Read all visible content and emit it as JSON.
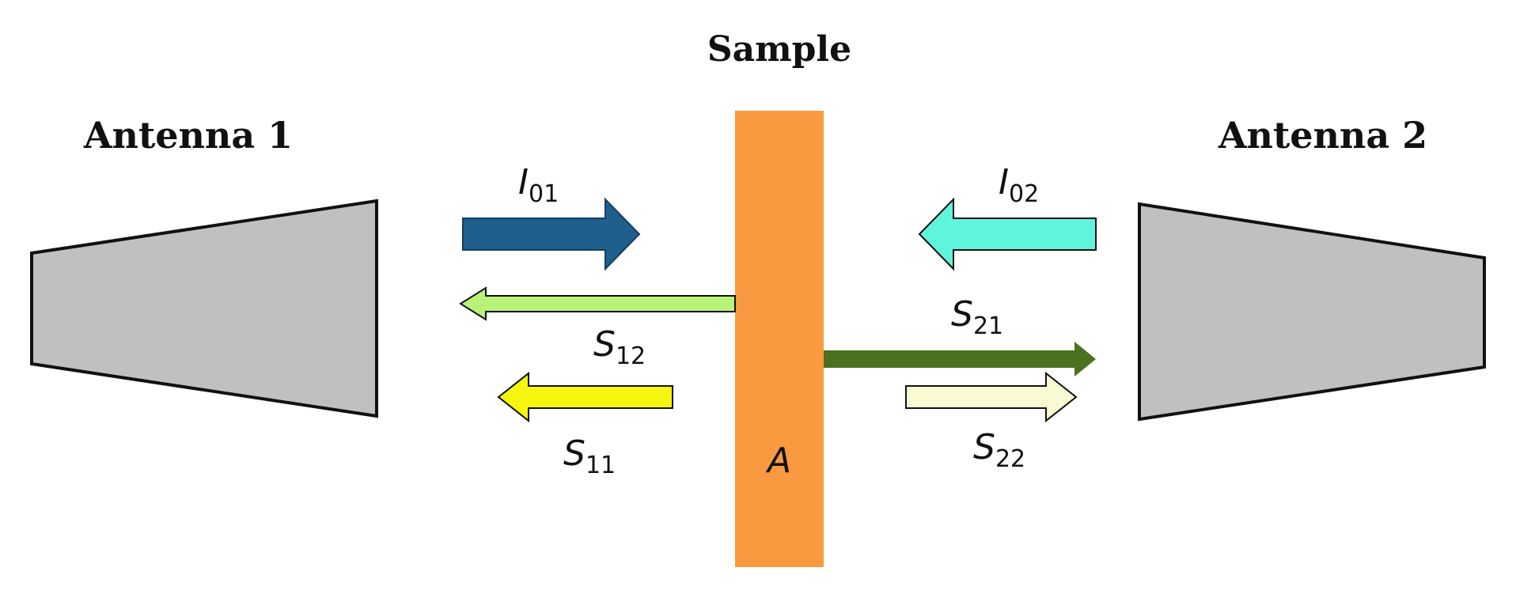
{
  "labels": {
    "sample_title": "Sample",
    "antenna1": "Antenna 1",
    "antenna2": "Antenna 2",
    "sample_label": "A"
  },
  "signals": {
    "I01": {
      "symbol": "I",
      "subscript": "01",
      "color": "#1f5f8e",
      "direction": "toward-sample-from-left"
    },
    "I02": {
      "symbol": "I",
      "subscript": "02",
      "color": "#5ff5dc",
      "direction": "toward-sample-from-right"
    },
    "S12": {
      "symbol": "S",
      "subscript": "12",
      "color": "#b8f279",
      "direction": "from-sample-to-left"
    },
    "S11": {
      "symbol": "S",
      "subscript": "11",
      "color": "#f5f50f",
      "direction": "to-left"
    },
    "S21": {
      "symbol": "S",
      "subscript": "21",
      "color": "#4a7020",
      "direction": "from-sample-to-right"
    },
    "S22": {
      "symbol": "S",
      "subscript": "22",
      "color": "#fafad2",
      "direction": "to-right"
    }
  },
  "colors": {
    "sample": "#f99a40",
    "antenna_fill": "#c0c0c0",
    "antenna_stroke": "#111111"
  }
}
